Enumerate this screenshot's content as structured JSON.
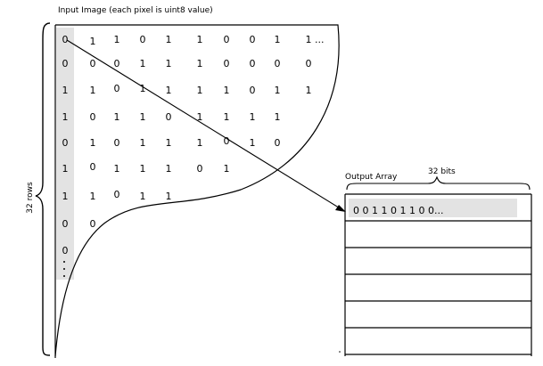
{
  "input_title": "Input Image (each pixel is uint8 value)",
  "rows_label": "32 rows",
  "output_title": "Output Array",
  "bits_label": "32 bits",
  "output_first_row": "0 0 1 1 0 1 1 0 0...",
  "ellipsis_row0": "...",
  "matrix": [
    [
      "0",
      "1",
      "1",
      "0",
      "1",
      "1",
      "0",
      "0",
      "1",
      "1"
    ],
    [
      "0",
      "0",
      "0",
      "1",
      "1",
      "1",
      "0",
      "0",
      "0",
      "0"
    ],
    [
      "1",
      "1",
      "0",
      "1",
      "1",
      "1",
      "1",
      "0",
      "1",
      "1"
    ],
    [
      "1",
      "0",
      "1",
      "1",
      "0",
      "1",
      "1",
      "1",
      "1"
    ],
    [
      "0",
      "1",
      "0",
      "1",
      "1",
      "1",
      "0",
      "1",
      "0"
    ],
    [
      "1",
      "0",
      "1",
      "1",
      "1",
      "0",
      "1"
    ],
    [
      "1",
      "1",
      "0",
      "1",
      "1"
    ],
    [
      "0",
      "0"
    ],
    [
      "0"
    ]
  ],
  "colors": {
    "highlight": "#e3e3e3",
    "line": "#000000"
  }
}
